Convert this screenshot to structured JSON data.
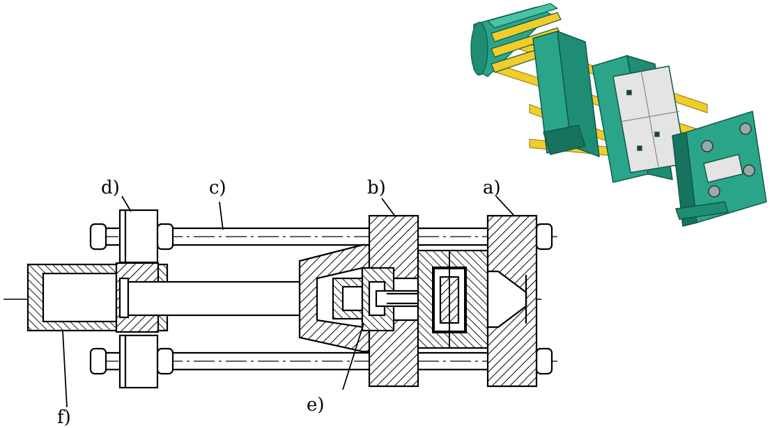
{
  "labels": {
    "a": "a)",
    "b": "b)",
    "c": "c)",
    "d": "d)",
    "e": "e)",
    "f": "f)"
  },
  "colors": {
    "frame": "#2aa58a",
    "frame_dark": "#17735e",
    "tie_bar": "#f2cc2a",
    "mold": "#e4e4e4",
    "ink": "#000000"
  },
  "icons": {
    "iso_view": "injection-clamping-unit-3d-icon"
  }
}
